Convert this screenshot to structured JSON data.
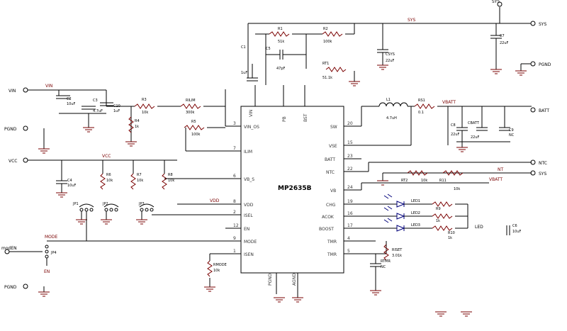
{
  "ic": {
    "part": "MP2635B",
    "left_pins": [
      {
        "num": "3",
        "name": "VIN_OS"
      },
      {
        "num": "7",
        "name": "ILIM"
      },
      {
        "num": "6",
        "name": "VB_S"
      },
      {
        "num": "8",
        "name": "VDD"
      },
      {
        "num": "2",
        "name": "ISEL"
      },
      {
        "num": "12",
        "name": "EN"
      },
      {
        "num": "9",
        "name": "MODE"
      },
      {
        "num": "1",
        "name": "ISEN"
      }
    ],
    "right_pins": [
      {
        "num": "20",
        "name": "SW"
      },
      {
        "num": "15",
        "name": "VSE"
      },
      {
        "num": "23",
        "name": "BATT"
      },
      {
        "num": "22",
        "name": "NTC"
      },
      {
        "num": "24",
        "name": "VB"
      },
      {
        "num": "19",
        "name": "CHG"
      },
      {
        "num": "16",
        "name": "ACOK"
      },
      {
        "num": "17",
        "name": "BOOST"
      },
      {
        "num": "4",
        "name": "TMR"
      },
      {
        "num": "5",
        "name": "TMR"
      }
    ],
    "top_pins": [
      "VIN",
      "PB",
      "BST"
    ],
    "bottom_pins": [
      "PGND",
      "AGND"
    ]
  },
  "terminals": {
    "sys": "SYS",
    "vin": "VIN",
    "pgnd_left": "PGND",
    "vcc": "VCC",
    "pgnd_right": "PGND",
    "batt": "BATT",
    "ntc": "NTC",
    "sys2": "SYS",
    "mode_en": "modEN",
    "pgnd_bottom": "PGND"
  },
  "nets": {
    "vin": "VIN",
    "vcc": "VCC",
    "vbatt": "VBATT",
    "vbatt2": "VBATT",
    "sys": "SYS",
    "mode": "MODE",
    "en": "EN",
    "vdd": "VDD",
    "nt": "NT"
  },
  "components": {
    "c1": {
      "ref": "C1",
      "val": "1uF"
    },
    "c2": {
      "ref": "C2",
      "val": "10uF"
    },
    "c3": {
      "ref": "C3",
      "val": "4.7uF"
    },
    "c4": {
      "ref": "C4",
      "val": "10uF"
    },
    "c5": {
      "ref": "C5",
      "val": "47pF"
    },
    "c6": {
      "ref": "C6",
      "val": "10uF"
    },
    "c7": {
      "ref": "C7",
      "val": "22uF"
    },
    "c8": {
      "ref": "C8",
      "val": "22uF"
    },
    "c9": {
      "ref": "C9",
      "val": "NC"
    },
    "c10": {
      "ref": "C10",
      "val": "1uF"
    },
    "csys": {
      "ref": "CSYS",
      "val": "22uF"
    },
    "cbatt": {
      "ref": "CBATT",
      "val": "22uF"
    },
    "l1": {
      "ref": "L1",
      "val": "4.7uH"
    },
    "r1": {
      "ref": "R1",
      "val": "51k"
    },
    "r2": {
      "ref": "R2",
      "val": "100k"
    },
    "r3": {
      "ref": "R3",
      "val": "10k"
    },
    "r4": {
      "ref": "R4",
      "val": "1k"
    },
    "r5": {
      "ref": "R5",
      "val": "100k"
    },
    "r6": {
      "ref": "R6",
      "val": "10k"
    },
    "r7": {
      "ref": "R7",
      "val": "10k"
    },
    "r8": {
      "ref": "R8",
      "val": "10k"
    },
    "r9": {
      "ref": "R9",
      "val": "1k"
    },
    "r10": {
      "ref": "R10",
      "val": "1k"
    },
    "r11": {
      "ref": "R11",
      "val": "10k"
    },
    "rt1": {
      "ref": "RT1",
      "val": "51.1k"
    },
    "rt2": {
      "ref": "RT2",
      "val": "10k"
    },
    "rilim": {
      "ref": "RILIM",
      "val": "300k"
    },
    "rs1": {
      "ref": "RS1",
      "val": "0.1"
    },
    "riset": {
      "ref": "RISET",
      "val": "3.01k"
    },
    "rtmr": {
      "ref": "RTMR",
      "val": "NC"
    },
    "rmode": {
      "ref": "RMODE",
      "val": "10k"
    },
    "jp1": {
      "ref": "JP1"
    },
    "jp2": {
      "ref": "JP2"
    },
    "jp3": {
      "ref": "JP3"
    },
    "jp4": {
      "ref": "JP4"
    },
    "led1": {
      "ref": "LED1"
    },
    "led2": {
      "ref": "LED2"
    },
    "led3": {
      "ref": "LED3"
    },
    "led_label": "LED"
  },
  "colors": {
    "wire": "#000000",
    "component": "#7a0000",
    "net_blue": "#00007a"
  }
}
